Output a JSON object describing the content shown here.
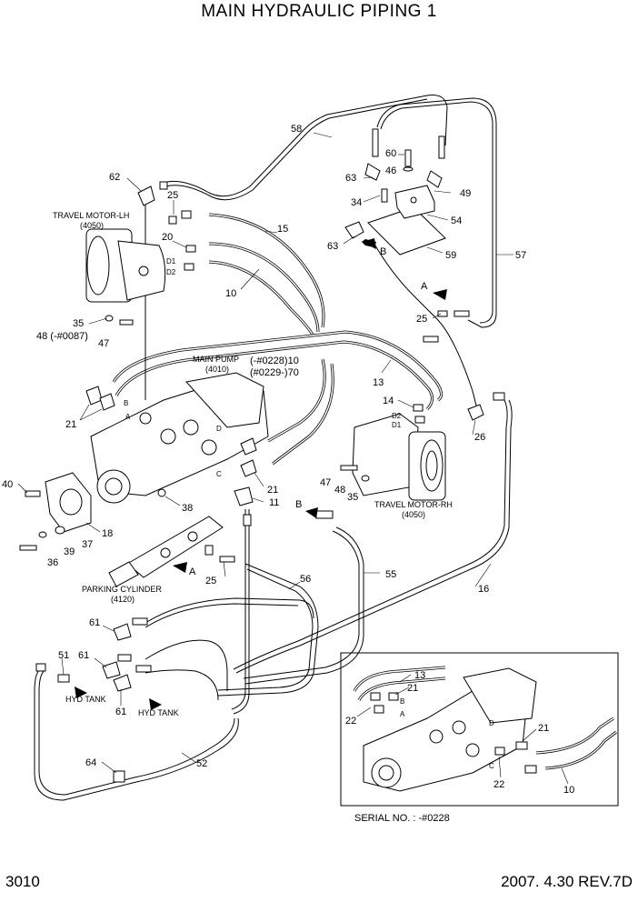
{
  "title": "MAIN HYDRAULIC PIPING 1",
  "page_number": "3010",
  "revision": "2007. 4.30  REV.7D",
  "serial_note": "SERIAL NO. : -#0228",
  "captions": {
    "travel_motor_lh": "TRAVEL MOTOR-LH",
    "travel_motor_lh_code": "(4050)",
    "travel_motor_rh": "TRAVEL MOTOR-RH",
    "travel_motor_rh_code": "(4050)",
    "main_pump": "MAIN PUMP",
    "main_pump_code": "(4010)",
    "parking_cylinder": "PARKING CYLINDER",
    "parking_cylinder_code": "(4120)",
    "hyd_tank_1": "HYD TANK",
    "hyd_tank_2": "HYD TANK",
    "serial_0228": "(-#0228)10",
    "serial_0229": "(#0229-)70",
    "serial_0087": "48 (-#0087)"
  },
  "port_letters": {
    "a_top": "A",
    "a_mid": "A",
    "b_top": "B",
    "b_mid": "B",
    "d1_lh": "D1",
    "d2_lh": "D2",
    "d1_rh": "D1",
    "d2_rh": "D2",
    "pump_a": "A",
    "pump_b": "B",
    "pump_c": "C",
    "pump_d": "D",
    "inset_a": "A",
    "inset_b": "B",
    "inset_c": "C",
    "inset_d": "D"
  },
  "part_numbers": {
    "p58": "58",
    "p60": "60",
    "p46": "46",
    "p63a": "63",
    "p49": "49",
    "p34": "34",
    "p54": "54",
    "p63b": "63",
    "p59": "59",
    "p57": "57",
    "p62": "62",
    "p25a": "25",
    "p15": "15",
    "p20": "20",
    "p10a": "10",
    "p35a": "35",
    "p48a": "48",
    "p47a": "47",
    "p25b": "25",
    "p13": "13",
    "p14": "14",
    "p21a": "21",
    "p26": "26",
    "p21b": "21",
    "p11": "11",
    "p47b": "47",
    "p48b": "48",
    "p35b": "35",
    "p40": "40",
    "p38": "38",
    "p18": "18",
    "p37": "37",
    "p39": "39",
    "p36": "36",
    "p25c": "25",
    "p56": "56",
    "p55": "55",
    "p16": "16",
    "p61a": "61",
    "p51": "51",
    "p61b": "61",
    "p61c": "61",
    "p64": "64",
    "p52": "52",
    "p13i": "13",
    "p21i1": "21",
    "p22i1": "22",
    "p21i2": "21",
    "p22i2": "22",
    "p10i": "10"
  },
  "colors": {
    "line": "#000000",
    "background": "#ffffff"
  }
}
